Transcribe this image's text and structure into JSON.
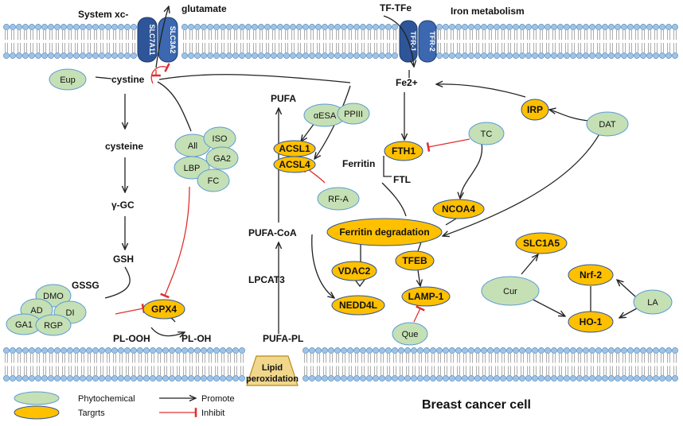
{
  "membrane_top": {
    "system_xc": "System xc-",
    "glutamate": "glutamate",
    "slc7a11": "SLC7A11",
    "slc3a2": "SLC3A2",
    "tf_tfe": "TF-TFe",
    "iron_metabolism": "Iron metabolism",
    "tfr1": "TFR-1",
    "tfr2": "TFR-2"
  },
  "gsh_pathway": {
    "cystine": "cystine",
    "cysteine": "cysteine",
    "ggc": "γ-GC",
    "gsh": "GSH",
    "gssg": "GSSG",
    "pl_ooh": "PL-OOH",
    "pl_oh": "PL-OH"
  },
  "pufa_pathway": {
    "pufa": "PUFA",
    "pufa_coa": "PUFA-CoA",
    "lpcat3": "LPCAT3",
    "pufa_pl": "PUFA-PL",
    "lipid_peroxidation_1": "Lipid",
    "lipid_peroxidation_2": "peroxidation"
  },
  "iron_pathway": {
    "fe2": "Fe2+",
    "ferritin": "Ferritin",
    "ftl": "FTL"
  },
  "phytochemicals": {
    "eup": "Eup",
    "all": "All",
    "iso": "ISO",
    "lbp": "LBP",
    "ga2": "GA2",
    "fc": "FC",
    "aesa": "αESA",
    "ppiii": "PPIII",
    "rfa": "RF-A",
    "tc": "TC",
    "dat": "DAT",
    "dmo": "DMO",
    "ad": "AD",
    "di": "DI",
    "ga1": "GA1",
    "rgp": "RGP",
    "que": "Que",
    "cur": "Cur",
    "la": "LA"
  },
  "targets": {
    "gpx4": "GPX4",
    "acsl1": "ACSL1",
    "acsl4": "ACSL4",
    "fth1": "FTH1",
    "irp": "IRP",
    "ncoa4": "NCOA4",
    "ferritin_degradation": "Ferritin degradation",
    "vdac2": "VDAC2",
    "tfeb": "TFEB",
    "nedd4l": "NEDD4L",
    "lamp1": "LAMP-1",
    "slc1a5": "SLC1A5",
    "nrf2": "Nrf-2",
    "ho1": "HO-1"
  },
  "legend": {
    "phytochemical": "Phytochemical",
    "targets": "Targrts",
    "promote": "Promote",
    "inhibit": "Inhibit"
  },
  "caption": "Breast cancer cell",
  "colors": {
    "phytochemical_fill": "#c5e0b4",
    "phytochemical_stroke": "#5b9bd5",
    "target_fill": "#ffc000",
    "inhibit": "#e03030",
    "membrane_head": "#9dc3e6",
    "transporter": "#2e5597",
    "lipid_box": "#f0d78c"
  }
}
